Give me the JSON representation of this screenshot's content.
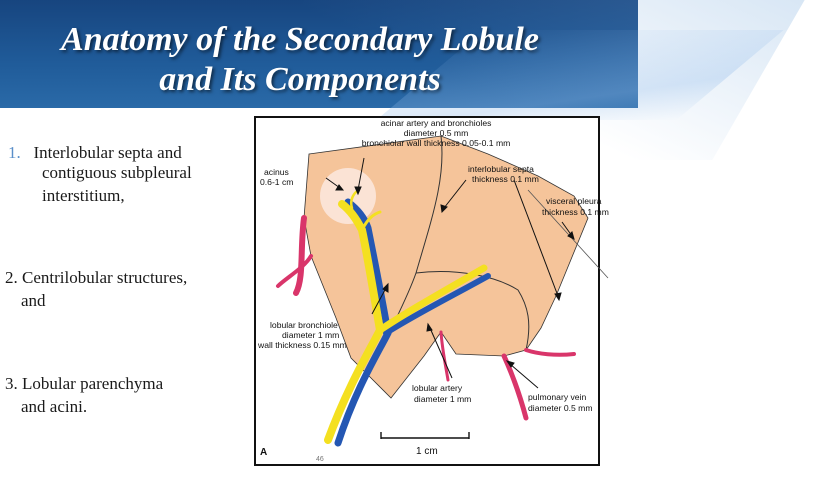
{
  "slide": {
    "title_line1": "Anatomy of  the Secondary Lobule",
    "title_line2": "and Its Components",
    "items": [
      {
        "num": "1.",
        "line1": "Interlobular septa and",
        "line2": "contiguous subpleural",
        "line3": "interstitium,"
      },
      {
        "line1": "2. Centrilobular structures,",
        "line2": "and"
      },
      {
        "line1": "3. Lobular parenchyma",
        "line2": "and acini."
      }
    ],
    "page_number": "46"
  },
  "figure": {
    "panel_letter": "A",
    "labels": {
      "acinar_line1": "acinar artery and bronchioles",
      "acinar_line2": "diameter 0.5 mm",
      "acinar_line3": "bronchiolar wall thickness 0.05-0.1 mm",
      "acinus_line1": "acinus",
      "acinus_line2": "0.6-1 cm",
      "septa_line1": "interlobular septa",
      "septa_line2": "thickness 0.1 mm",
      "pleura_line1": "visceral pleura",
      "pleura_line2": "thickness 0.1 mm",
      "bronchiole_line1": "lobular bronchiole",
      "bronchiole_line2": "diameter 1 mm",
      "bronchiole_line3": "wall thickness 0.15 mm",
      "artery_line1": "lobular artery",
      "artery_line2": "diameter 1 mm",
      "vein_line1": "pulmonary vein",
      "vein_line2": "diameter 0.5 mm",
      "scale": "1 cm"
    },
    "colors": {
      "parenchyma": "#f5c49a",
      "bronchiole": "#f4e020",
      "artery": "#2457b3",
      "vein": "#d9356a",
      "acinus_highlight": "#fbe9df"
    }
  }
}
